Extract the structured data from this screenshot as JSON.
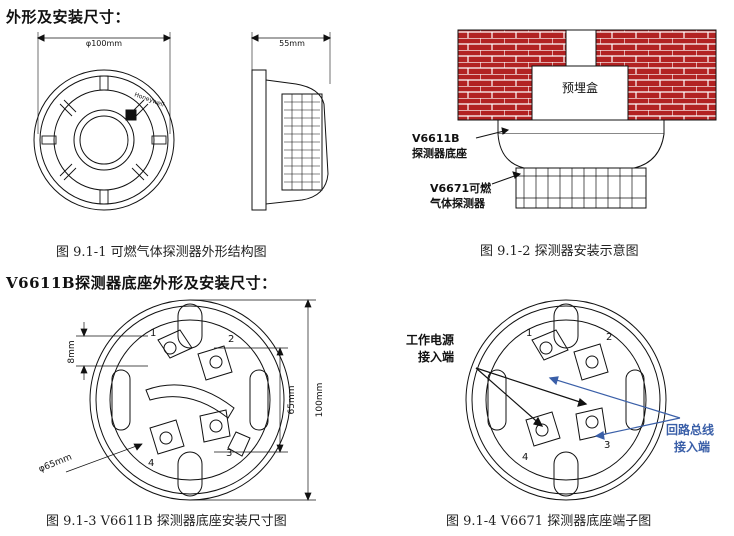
{
  "headings": {
    "detector_dims": "外形及安装尺寸：",
    "base_dims": "V6611B探测器底座外形及安装尺寸："
  },
  "figures": {
    "fig1": {
      "caption": "图 9.1-1  可燃气体探测器外形结构图",
      "diameter_label": "φ100mm",
      "height_label": "55mm",
      "brand_text": "Honeywell"
    },
    "fig2": {
      "caption": "图 9.1-2  探测器安装示意图",
      "box_label": "预埋盒",
      "base_label_line1": "V6611B",
      "base_label_line2": "探测器底座",
      "detector_label_line1": "V6671可燃",
      "detector_label_line2": "气体探测器"
    },
    "fig3": {
      "caption": "图 9.1-3  V6611B 探测器底座安装尺寸图",
      "dim_8mm": "8mm",
      "dim_65mm_vertical": "65mm",
      "dim_100mm": "100mm",
      "dim_phi65": "φ65mm",
      "terminal_1": "1",
      "terminal_2": "2",
      "terminal_3": "3",
      "terminal_4": "4"
    },
    "fig4": {
      "caption": "图 9.1-4  V6671 探测器底座端子图",
      "power_label_line1": "工作电源",
      "power_label_line2": "接入端",
      "loop_label_line1": "回路总线",
      "loop_label_line2": "接入端",
      "terminal_1": "1",
      "terminal_2": "2",
      "terminal_3": "3",
      "terminal_4": "4"
    }
  },
  "colors": {
    "brick": "#b22222",
    "mortar": "#ffffff",
    "loop_arrow": "#3a5fa8",
    "line": "#111111"
  }
}
